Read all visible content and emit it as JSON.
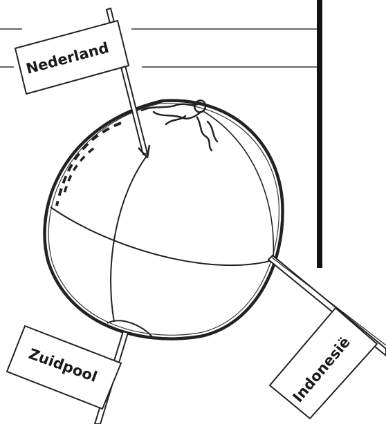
{
  "flags": {
    "netherlands": "Nederland",
    "south_pole": "Zuidpool",
    "indonesia": "Indonesië"
  }
}
